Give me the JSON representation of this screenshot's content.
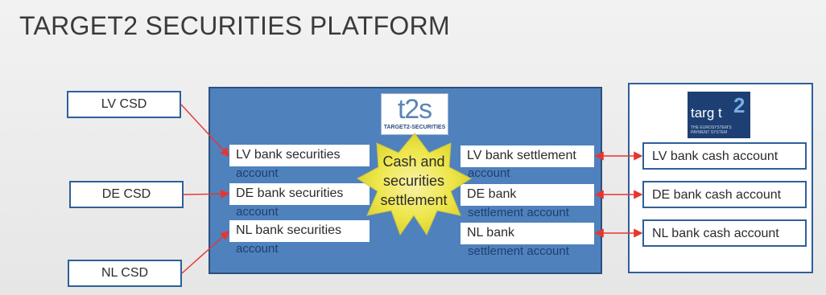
{
  "title": "TARGET2 SECURITIES PLATFORM",
  "csd_boxes": {
    "lv": "LV CSD",
    "de": "DE CSD",
    "nl": "NL CSD"
  },
  "t2s": {
    "logo_big": "t2s",
    "logo_small": "TARGET2-SECURITIES",
    "securities_accounts": [
      {
        "line1": "LV bank securities",
        "line2": "account"
      },
      {
        "line1": "DE bank securities",
        "line2": "account"
      },
      {
        "line1": "NL bank securities",
        "line2": "account"
      }
    ],
    "settlement_accounts": [
      {
        "line1": "LV bank settlement",
        "line2": "account"
      },
      {
        "line1": "DE bank",
        "line2": "settlement account"
      },
      {
        "line1": "NL bank",
        "line2": "settlement account"
      }
    ],
    "center_label": "Cash and securities settlement"
  },
  "target2": {
    "logo_word": "targ t",
    "logo_two": "2",
    "logo_small": "THE EUROSYSTEM'S PAYMENT SYSTEM",
    "cash_accounts": [
      "LV bank cash account",
      "DE bank cash account",
      "NL bank cash account"
    ]
  },
  "colors": {
    "panel_blue": "#4f81bd",
    "border_blue": "#2e5f9a",
    "arrow_red": "#e8352e",
    "star_yellow": "#f2ec5a"
  }
}
